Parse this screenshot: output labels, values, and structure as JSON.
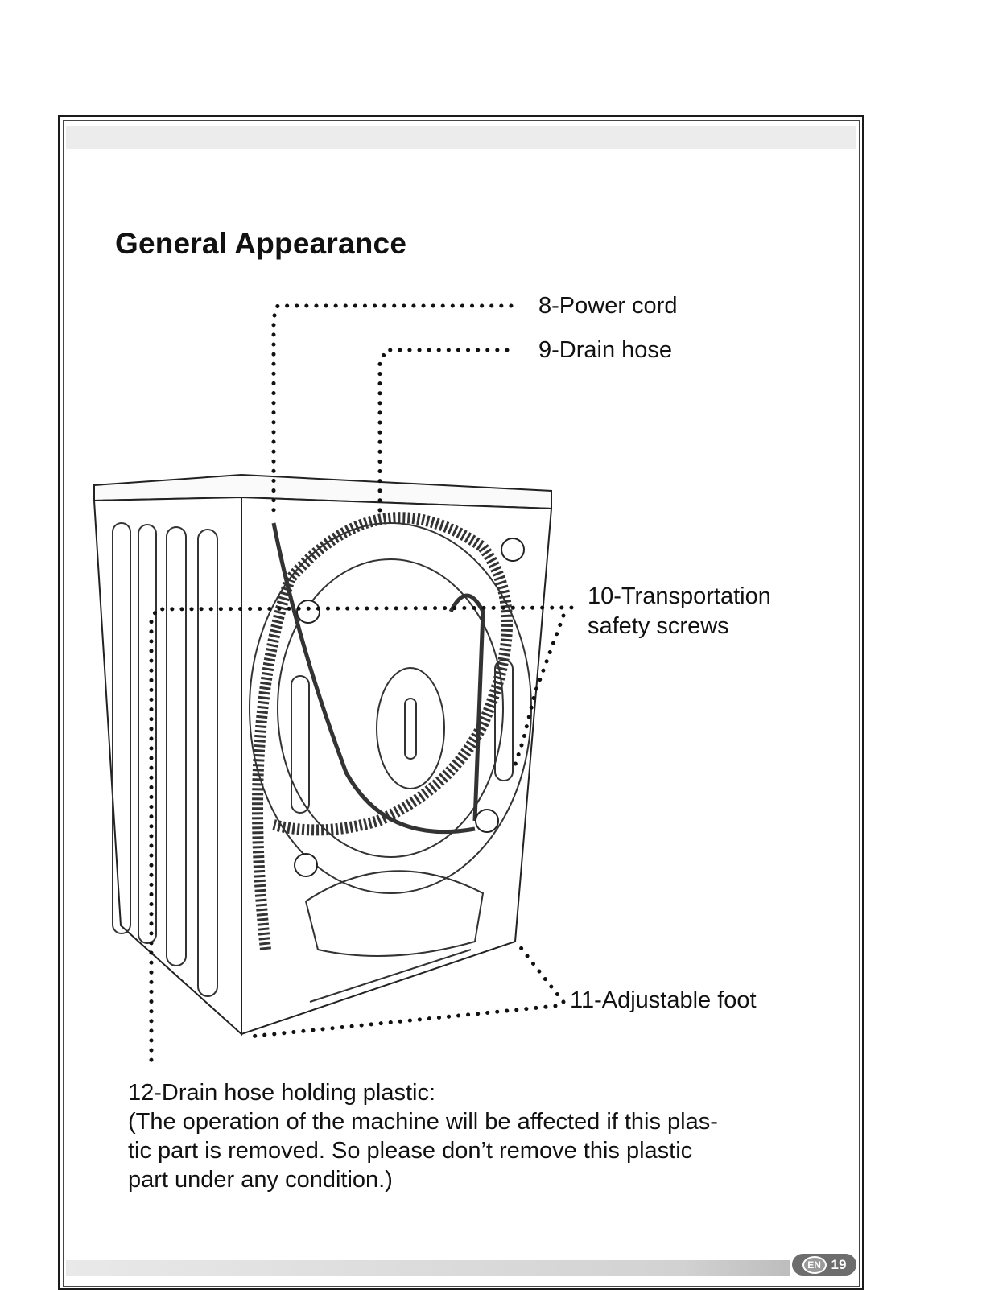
{
  "page": {
    "title": "General Appearance",
    "page_lang": "EN",
    "page_number": "19"
  },
  "labels": {
    "power_cord": "8-Power cord",
    "drain_hose": "9-Drain hose",
    "transport_line1": "10-Transportation",
    "transport_line2": "safety screws",
    "adjustable_foot": "11-Adjustable foot"
  },
  "note": {
    "line1": "12-Drain hose holding plastic:",
    "line2": "(The operation of the machine will be affected if this plas-",
    "line3": "tic part is removed. So please don’t remove this plastic",
    "line4": "part under any condition.)"
  }
}
